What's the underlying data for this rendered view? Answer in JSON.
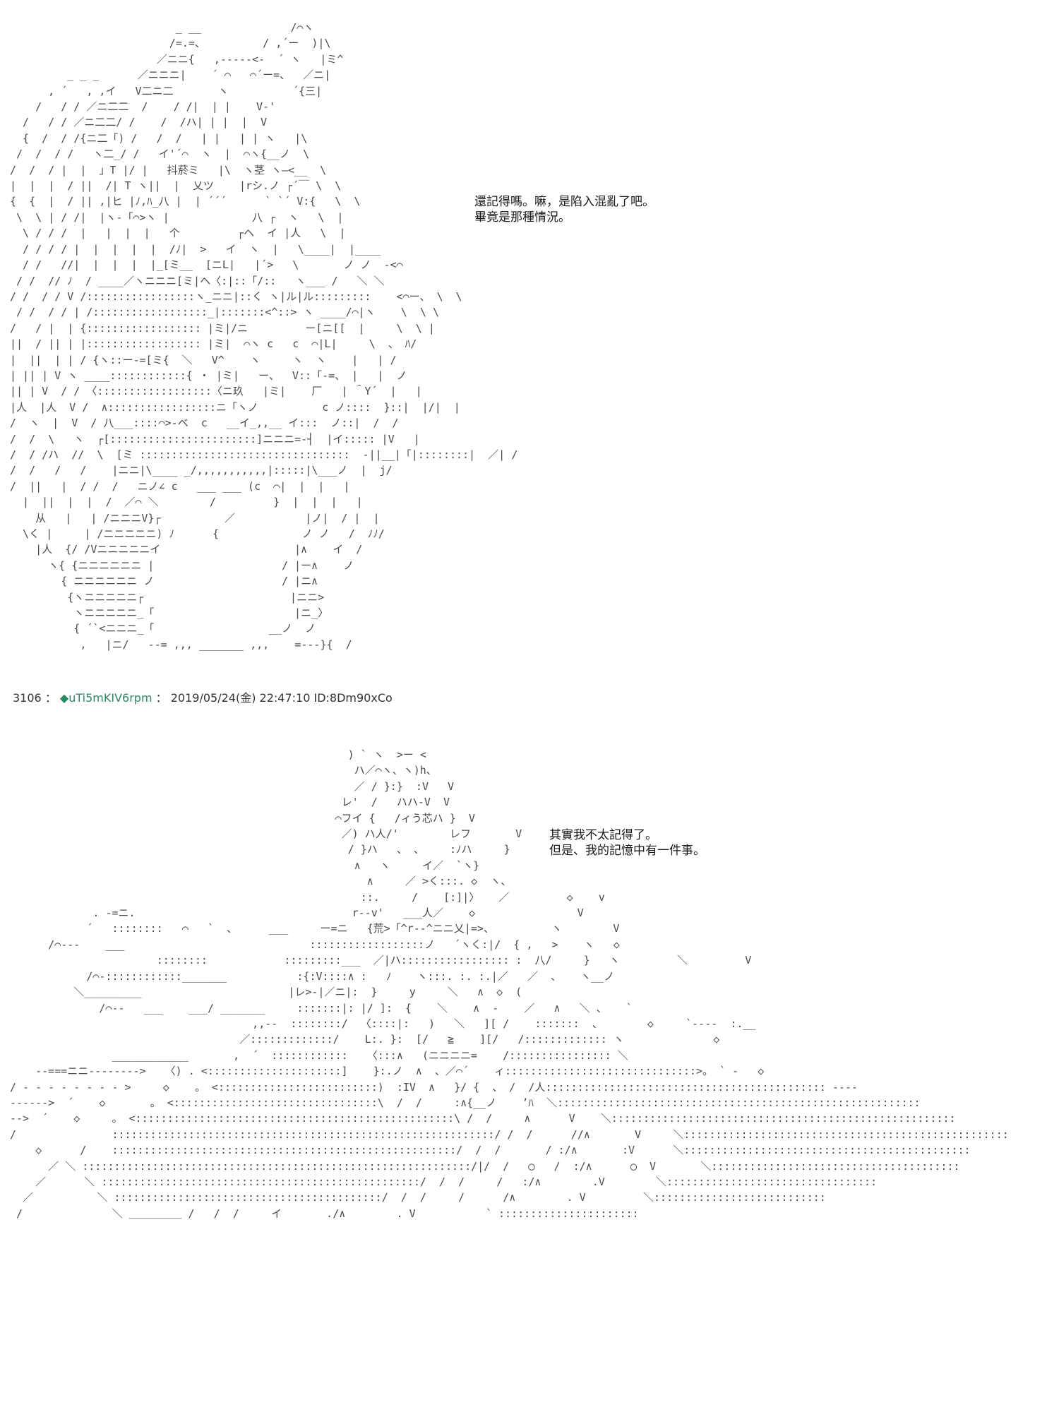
{
  "posts": [
    {
      "art": [
        "                          _ __              /⌒ヽ",
        "                         /=.=、         / ,´ー  )|\\",
        "                       ／ニニ{   ,-‐---<-  ´ ヽ   |ミ^",
        "         _ _ _      ／ニニニ|    ´ ⌒   ⌒´ー=、  ／ニ|",
        "      , ´   , ,イ   V二ニ二       ヽ          ´{三|",
        "    /   / / ／ニ二二  /    / /|  | |    V-'",
        "  /   / / ／ニ二二/ /    /  /ハ| | |  |  V",
        "  {  /  / /{ニ二「) /   /  /   | |   | | ヽ   |\\",
        " /  /  / /   ヽ二_/ /   イ'´⌒  ヽ  |  ⌒ヽ{__ノ  \\",
        "/  /  / |  |  」T |/ |   抖菸ミ   |\\  ヽ茎 ヽ―<__  \\",
        "|  |  |  / ||  /| T ヽ||  |  乂ツ    |rシ.ノ ┌´￣ \\  \\",
        "{  {  |  / || ,|ヒ |ﾉ,ﾊ_八 |  | ´´´      ` `´ V:{   \\  \\",
        " \\  \\ | / /|  |ヽ‐「⌒>ヽ |             八 ┌  ヽ   \\  |",
        "  \\ / / /  |   |  |  |   个         ┌ヘ  イ |人   \\  |",
        "  / / / / |  |  |  |  |  /ﾉ|  >   イ  ヽ  |   \\____|  |____",
        "  / /   //|  |  |  |  |_[ミ__  [ニL|   |´>   \\       ノ ノ  ‐<⌒",
        " / /  // ﾉ  / ____／ヽニニニ[ミ|ヘ〈:|::「/::   ヽ___ /   ＼ ＼",
        "/ /  / / V /:::::::::::::::::ヽ_ニニ|::く ヽ|ル|ル:::::::::    <⌒ー、 \\  \\",
        " / /  / / | /::::::::::::::::::_|:::::::<^::> ヽ ____/⌒|ヽ    \\  \\ \\",
        "/   / |  | {:::::::::::::::::: |ミ|/ニ         ー[ニ[[  |     \\  \\ |",
        "||  / || | |:::::::::::::::::: |ミ|  ⌒ヽ c   c  ⌒|L|     \\  、 ﾊ/",
        "|  ||  | | / {ヽ::ー‐=[ミ{  ＼   V^    ヽ     ヽ  ヽ    |   | /",
        "| || | V ヽ ____::::::::::::{ ・ |ミ|   ー、  V::「‐=、 |   |  ノ",
        "|| | V  / / 〈::::::::::::::::::〈ニ玖   |ミ|    厂   | ＾Y´  |   |",
        "|人  |人  V /  ∧:::::::::::::::::ニ「ヽノ          c ノ::::  }::|  |/|  |",
        "/  ヽ  |  V  / 八___::::⌒>-ベ  c   __イ_,,__ イ:::  ノ::|  /  /",
        "/  /  \\   ヽ  ┌[:::::::::::::::::::::::]ニニニ=‐┤  |イ::::: |V   |",
        "/  / /ハ  //  \\  [ミ :::::::::::::::::::::::::::::::::  ‐||__|「|::::::::|  ／| /",
        "/  /   /   /    |ニニ|\\____ _/,,,,,,,,,,,|:::::|\\___ノ  |  j/",
        "/  ||   |  / /  /   ニノ∠ c   ___ ___ (c  ⌒|  |  |   |",
        "  |  ||  |  |  /  ／⌒ ＼        /         }  |  |  |   |",
        "    从   |   | /ニニニV}┌          ／           |ノ|  / |  |",
        "  \\く |     | /ニニニニニ) ﾉ      {             ノ ノ   /  ﾉﾉ/",
        "    |人  {/ /Vニニニニニイ                     |∧    イ  /",
        "      ヽ{ {ニニニニニニ |                    / |ー∧    ノ",
        "        { ニニニニニニ ノ                    / |ニ∧",
        "         {ヽニニニニニ┌                       |ニニ>",
        "          ヽニニニニニ_「                      |ニ_〉",
        "          { ´`<ニニニ_「                  __ノ  ノ",
        "           ,   |ニ/   ‐-= ,,, _______ ,,,    =--‐}{  /"
      ],
      "dialog": [
        "還記得嗎。嘛，是陷入混亂了吧。",
        "畢竟是那種情況。"
      ]
    },
    {
      "header": {
        "number": "3106",
        "separator": "：",
        "diamond": "◆",
        "trip": "uTi5mKIV6rpm",
        "separator2": "：",
        "datetime": "2019/05/24(金) 22:47:10",
        "id": "ID:8Dm90xCo"
      },
      "art": [
        "                                                     ) ` ヽ  >ー <",
        "                                                      ハ／⌒ヽ、ヽ)h、",
        "                                                      ／ / }:}  :V   V",
        "                                                    レ'  /   ハハ‐V  V",
        "                                                   ⌒フイ {   /ィう芯ハ }  V",
        "                                                    ／) ハ人/'        レフ       V",
        "                                                     / }ハ   、 、    :ﾉハ     }",
        "                                                      ∧   ヽ     イ／  `ヽ}",
        "                                                        ∧     ／ >く:::. ◇  ヽ、",
        "                                                       ::.     /    [:]|〉   ／         ◇    v",
        "             . -=ニ.                                  r‐‐v'   ___人／    ◇                V",
        "            ´   ::::::::   ⌒   `  、     ___     ー=ニ   {荒>「^r‐‐^ニニ乂|=>、         ヽ        V",
        "      /⌒‐‐‐    ___                             ::::::::::::::::::ノ   ´ヽく:|/  { ,   >    ヽ   ◇",
        "                       ::::::::            :::::::::___  ／|ハ::::::::::::::::: :  八/     }   ヽ         ＼         V",
        "            /⌒‐::::::::::::_______           :{:V::::∧ :   ﾉ    ヽ:::. :. :.|／   ／  、   ヽ__ノ",
        "          ＼_________                       |レ>‐|／ニ|:  }     y     ＼   ∧  ◇  (",
        "              /⌒‐‐   ___    ___/ _______     :::::::|: |/ ]:  {    ＼    ∧  ‐    ／   ∧   ＼ 、   `",
        "                                      ,,‐‐  ::::::::/  〈::::|:   )   ＼   ][ /    :::::::  、       ◇     `‐‐‐‐  :.__",
        "                                    ／:::::::::::::/    L:. }:  [/   ≧    ][/   /::::::::::::: ヽ              ◇",
        "                ____________       ,  ´  ::::::::::::   〈:::∧   (ニニニニ=    /:::::::::::::::: ＼",
        "    ‐‐===ニニ‐‐‐‐‐‐‐‐>   〈) . <:::::::::::::::::::::]    }:.ノ  ∧  、／⌒´    ィ::::::::::::::::::::::::::::::>。 ` ‐   ◇",
        "/ ‐ ‐ ‐ ‐ ‐ ‐ ‐ ‐ >     ◇    。 <:::::::::::::::::::::::::)  :IV  ∧   }/ {  、 /  /人:::::::::::::::::::::::::::::::::::::::::::: ‐‐‐‐",
        "‐‐‐‐‐‐>  ´    ◇       。 <::::::::::::::::::::::::::::::::\\  /  /     :∧{__ノ    ’ﾊ  ＼:::::::::::::::::::::::::::::::::::::::::::::::::::::::::",
        "‐‐>  ´    ◇     。 <::::::::::::::::::::::::::::::::::::::::::::::::::\\ /  /     ∧      V    ＼::::::::::::::::::::::::::::::::::::::::::::::::::::::",
        "/               ::::::::::::::::::::::::::::::::::::::::::::::::::::::::::::/ /  /      //∧       V     ＼:::::::::::::::::::::::::::::::::::::::::::::::::::",
        "    ◇      /    ::::::::::::::::::::::::::::::::::::::::::::::::::::::/  /  /       / :/∧       :V      ＼:::::::::::::::::::::::::::::::::::::::::::::",
        "      ／ ＼ :::::::::::::::::::::::::::::::::::::::::::::::::::::::::::::/|/  /   ◯   /  :/∧      ◯  V       ＼:::::::::::::::::::::::::::::::::::::::",
        "    ／      ＼ ::::::::::::::::::::::::::::::::::::::::::::::::::/  /  /     /   :/∧        .V        ＼:::::::::::::::::::::::::::::::::",
        "  ／          ＼ ::::::::::::::::::::::::::::::::::::::::::/  /  /     /      /∧        . V         ＼:::::::::::::::::::::::::::",
        " /              ＼ ＿＿＿＿＿ /   /  /     イ       ./∧        . V           ` ::::::::::::::::::::::"
      ],
      "dialog": [
        "其實我不太記得了。",
        "但是、我的記憶中有一件事。"
      ]
    }
  ],
  "colors": {
    "trip": "#2b8a63",
    "art": "#4a4a4a",
    "text": "#1a1a1a"
  }
}
